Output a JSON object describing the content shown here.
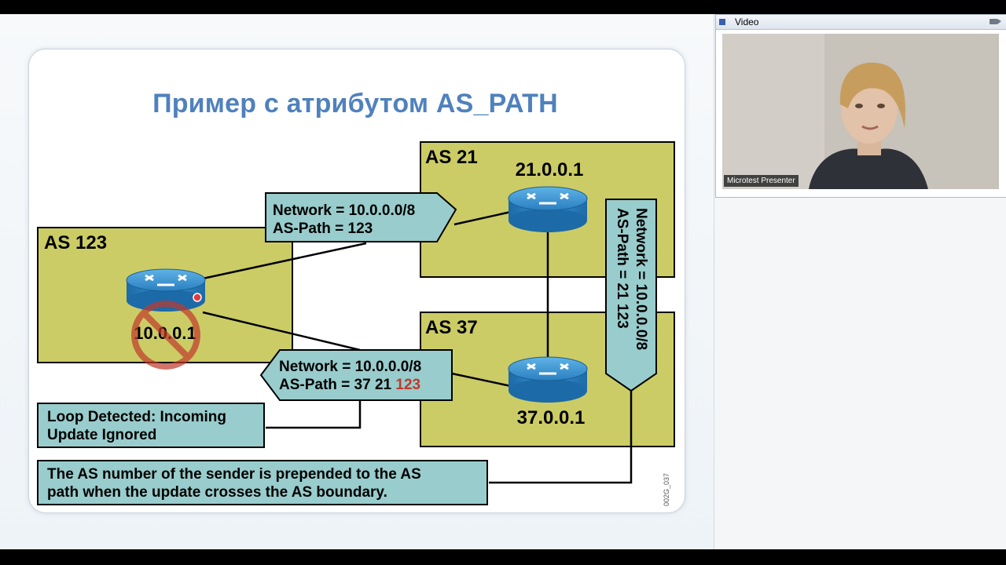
{
  "slide": {
    "title": "Пример с атрибутом AS_PATH",
    "as123": {
      "label": "AS 123",
      "router_ip": "10.0.0.1"
    },
    "as21": {
      "label": "AS 21",
      "router_ip": "21.0.0.1"
    },
    "as37": {
      "label": "AS 37",
      "router_ip": "37.0.0.1"
    },
    "update_to_as21": {
      "line1": "Network = 10.0.0.0/8",
      "line2": "AS-Path = 123"
    },
    "update_from_as37": {
      "line1": "Network = 10.0.0.0/8",
      "line2_prefix": "AS-Path = 37 21 ",
      "line2_highlight": "123"
    },
    "update_as21_to_as37": {
      "line1": "Network = 10.0.0.0/8",
      "line2": "AS-Path = 21 123"
    },
    "loop_note": {
      "line1": "Loop Detected: Incoming",
      "line2": "Update Ignored"
    },
    "footer_note": {
      "line1": "The AS number of the sender is prepended to the AS",
      "line2": "path when the update crosses the AS boundary."
    },
    "slide_code": "002G_037",
    "colors": {
      "title": "#4f81bd",
      "as_box": "#cccc66",
      "callout": "#99cccc",
      "router": "#2f86c3",
      "highlight": "#c0392b",
      "no_symbol": "#c0392b"
    }
  },
  "video": {
    "panel_title": "Video",
    "presenter_name": "Microtest Presenter",
    "icons": [
      "window-icon",
      "camera-icon"
    ]
  }
}
